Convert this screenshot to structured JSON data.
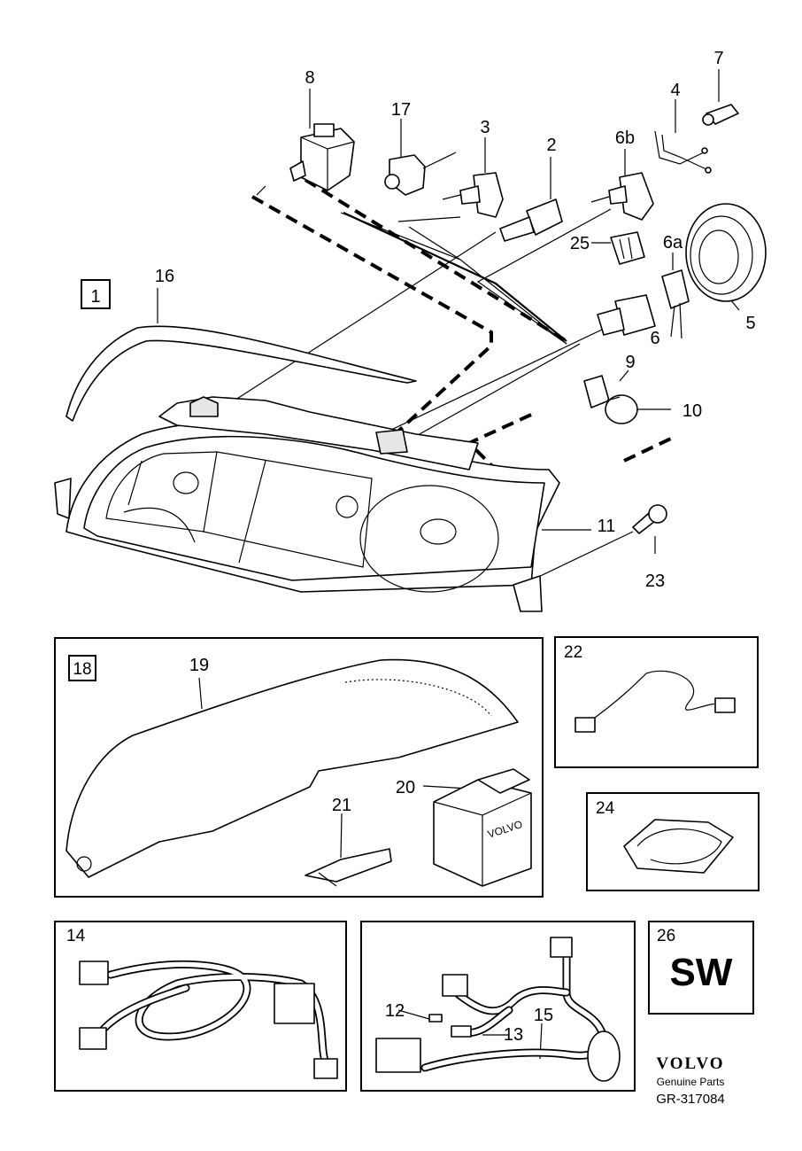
{
  "callouts": {
    "c1": "1",
    "c2": "2",
    "c3": "3",
    "c4": "4",
    "c5": "5",
    "c6": "6",
    "c6a": "6a",
    "c6b": "6b",
    "c7": "7",
    "c8": "8",
    "c9": "9",
    "c10": "10",
    "c11": "11",
    "c12": "12",
    "c13": "13",
    "c14": "14",
    "c15": "15",
    "c16": "16",
    "c17": "17",
    "c18": "18",
    "c19": "19",
    "c20": "20",
    "c21": "21",
    "c22": "22",
    "c23": "23",
    "c24": "24",
    "c25": "25",
    "c26": "26"
  },
  "box20_brand": "VOLVO",
  "box26_code": "SW",
  "footer": {
    "brand": "VOLVO",
    "subtitle": "Genuine Parts",
    "reference": "GR-317084"
  }
}
